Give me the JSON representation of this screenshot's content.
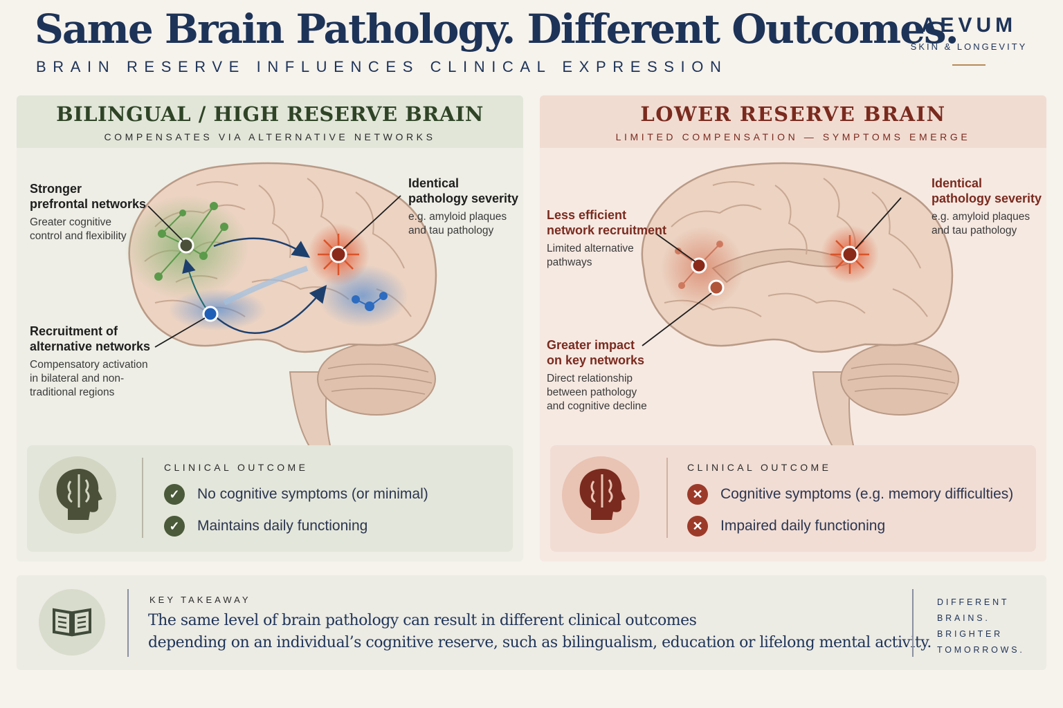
{
  "header": {
    "title": "Same Brain Pathology. Different Outcomes.",
    "subtitle": "BRAIN RESERVE INFLUENCES CLINICAL EXPRESSION"
  },
  "brand": {
    "name": "AEVUM",
    "tagline": "SKIN & LONGEVITY"
  },
  "left_panel": {
    "title": "BILINGUAL / HIGH RESERVE BRAIN",
    "subtitle": "COMPENSATES VIA ALTERNATIVE NETWORKS",
    "annotations": {
      "prefrontal": {
        "title_line1": "Stronger",
        "title_line2": "prefrontal networks",
        "desc_line1": "Greater cognitive",
        "desc_line2": "control and flexibility"
      },
      "pathology": {
        "title_line1": "Identical",
        "title_line2": "pathology severity",
        "desc_line1": "e.g. amyloid plaques",
        "desc_line2": "and tau pathology"
      },
      "recruitment": {
        "title_line1": "Recruitment of",
        "title_line2": "alternative networks",
        "desc_line1": "Compensatory activation",
        "desc_line2": "in bilateral and non-",
        "desc_line3": "traditional regions"
      }
    },
    "outcome": {
      "label": "CLINICAL OUTCOME",
      "items": [
        {
          "icon": "check-icon",
          "text": "No cognitive symptoms (or minimal)"
        },
        {
          "icon": "check-icon",
          "text": "Maintains daily functioning"
        }
      ]
    }
  },
  "right_panel": {
    "title": "LOWER RESERVE BRAIN",
    "subtitle": "LIMITED COMPENSATION — SYMPTOMS EMERGE",
    "annotations": {
      "recruitment": {
        "title_line1": "Less efficient",
        "title_line2": "network recruitment",
        "desc_line1": "Limited alternative",
        "desc_line2": "pathways"
      },
      "pathology": {
        "title_line1": "Identical",
        "title_line2": "pathology severity",
        "desc_line1": "e.g. amyloid plaques",
        "desc_line2": "and tau pathology"
      },
      "impact": {
        "title_line1": "Greater impact",
        "title_line2": "on key networks",
        "desc_line1": "Direct relationship",
        "desc_line2": "between pathology",
        "desc_line3": "and cognitive decline"
      }
    },
    "outcome": {
      "label": "CLINICAL OUTCOME",
      "items": [
        {
          "icon": "x-icon",
          "text": "Cognitive symptoms (e.g. memory difficulties)"
        },
        {
          "icon": "x-icon",
          "text": "Impaired daily functioning"
        }
      ]
    }
  },
  "takeaway": {
    "label": "KEY TAKEAWAY",
    "line1": "The same level of brain pathology can result in different clinical outcomes",
    "line2": "depending on an individual’s cognitive reserve, such as bilingualism, education or lifelong mental activity.",
    "slogan_line1": "DIFFERENT",
    "slogan_line2": "BRAINS.",
    "slogan_line3": "BRIGHTER",
    "slogan_line4": "TOMORROWS."
  },
  "colors": {
    "navy": "#1d3358",
    "green_accent": "#4a5a3a",
    "red_accent": "#9c3a2a",
    "pathology_orange": "#d9542a",
    "network_blue": "#2d6cc0",
    "network_green": "#5a9a4a"
  }
}
